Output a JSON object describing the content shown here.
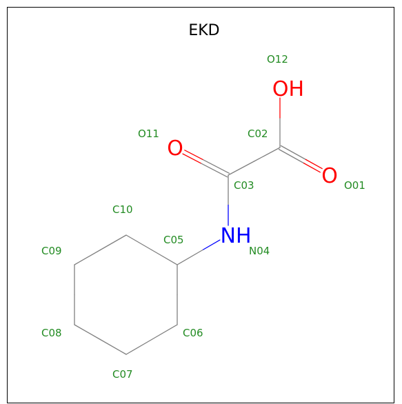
{
  "title": "EKD",
  "colors": {
    "bond": "#808080",
    "oxygen": "#ff0000",
    "nitrogen": "#0000ff",
    "atom_label": "#228b22",
    "title": "#000000"
  },
  "atoms": [
    {
      "id": "O01",
      "symbol": "O",
      "element": "O"
    },
    {
      "id": "C02",
      "symbol": "",
      "element": "C"
    },
    {
      "id": "C03",
      "symbol": "",
      "element": "C"
    },
    {
      "id": "N04",
      "symbol": "NH",
      "element": "N"
    },
    {
      "id": "C05",
      "symbol": "",
      "element": "C"
    },
    {
      "id": "C06",
      "symbol": "",
      "element": "C"
    },
    {
      "id": "C07",
      "symbol": "",
      "element": "C"
    },
    {
      "id": "C08",
      "symbol": "",
      "element": "C"
    },
    {
      "id": "C09",
      "symbol": "",
      "element": "C"
    },
    {
      "id": "C10",
      "symbol": "",
      "element": "C"
    },
    {
      "id": "O11",
      "symbol": "O",
      "element": "O"
    },
    {
      "id": "O12",
      "symbol": "OH",
      "element": "O"
    }
  ],
  "bonds": [
    {
      "from": "C02",
      "to": "O01",
      "order": 2
    },
    {
      "from": "C02",
      "to": "O12",
      "order": 1
    },
    {
      "from": "C02",
      "to": "C03",
      "order": 1
    },
    {
      "from": "C03",
      "to": "O11",
      "order": 2
    },
    {
      "from": "C03",
      "to": "N04",
      "order": 1
    },
    {
      "from": "N04",
      "to": "C05",
      "order": 1
    },
    {
      "from": "C05",
      "to": "C06",
      "order": 1
    },
    {
      "from": "C06",
      "to": "C07",
      "order": 1
    },
    {
      "from": "C07",
      "to": "C08",
      "order": 1
    },
    {
      "from": "C08",
      "to": "C09",
      "order": 1
    },
    {
      "from": "C09",
      "to": "C10",
      "order": 1
    },
    {
      "from": "C10",
      "to": "C05",
      "order": 1
    }
  ]
}
